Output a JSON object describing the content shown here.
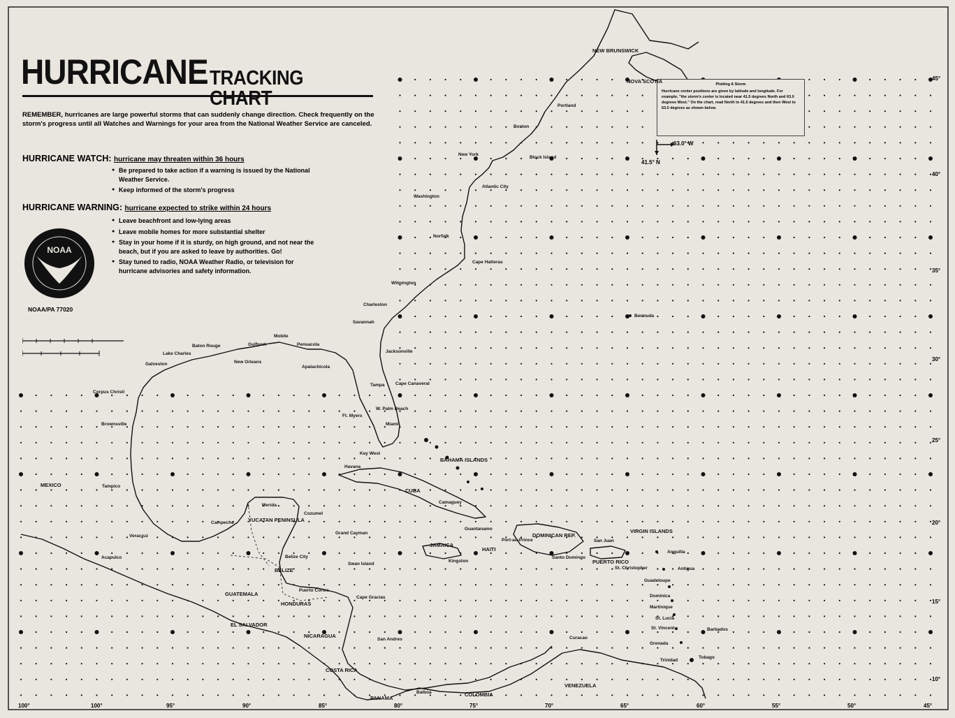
{
  "header": {
    "title": "HURRICANE",
    "subtitle": "TRACKING CHART",
    "remember": "REMEMBER, hurricanes are large powerful storms that can suddenly change direction. Check frequently on the storm's progress until all Watches and Warnings for your area from the National Weather Service are canceled."
  },
  "watch": {
    "label": "HURRICANE WATCH:",
    "definition": "hurricane may threaten within 36 hours",
    "bullets": [
      "Be prepared to take action if a warning is issued by the National Weather Service.",
      "Keep informed of the storm's progress"
    ]
  },
  "warning": {
    "label": "HURRICANE WARNING:",
    "definition": "hurricane expected to strike within 24 hours",
    "bullets": [
      "Leave beachfront and low-lying areas",
      "Leave mobile homes for more substantial shelter",
      "Stay in your home if it is sturdy, on high ground, and not near the beach, but if you are asked to leave by authorities. Go!",
      "Stay tuned to radio, NOAA Weather Radio, or television for hurricane advisories and safety information."
    ]
  },
  "logo": {
    "text": "NOAA"
  },
  "agency_code": "NOAA/PA 77020",
  "plotting": {
    "heading": "Plotting A Storm",
    "text": "Hurricane center positions are given by latitude and longitude. For example, \"the storm's center is located near 41.5 degrees North and 63.0 degrees West.\" On the chart, read North to 41.5 degrees and then West to 63.0 degrees as shown below."
  },
  "example": {
    "lon_label": "63.0° W",
    "lat_label": "41.5° N"
  },
  "map": {
    "lon_labels": [
      "100°",
      "100°",
      "95°",
      "90°",
      "85°",
      "80°",
      "75°",
      "70°",
      "65°",
      "60°",
      "55°",
      "50°",
      "45°"
    ],
    "lat_labels": [
      "45°",
      "40°",
      "35°",
      "30°",
      "25°",
      "20°",
      "15°",
      "10°"
    ],
    "colors": {
      "paper": "#e8e6df",
      "ink": "#111111"
    },
    "places": [
      {
        "name": "NEW BRUNSWICK",
        "big": true
      },
      {
        "name": "NOVA SCOTIA",
        "big": true
      },
      {
        "name": "Portland"
      },
      {
        "name": "Boston"
      },
      {
        "name": "Block Island"
      },
      {
        "name": "New York"
      },
      {
        "name": "Atlantic City"
      },
      {
        "name": "Washington"
      },
      {
        "name": "Norfolk"
      },
      {
        "name": "Cape Hatteras"
      },
      {
        "name": "Wilmington"
      },
      {
        "name": "Charleston"
      },
      {
        "name": "Savannah"
      },
      {
        "name": "Jacksonville"
      },
      {
        "name": "Bermuda"
      },
      {
        "name": "Cape Canaveral"
      },
      {
        "name": "Tampa"
      },
      {
        "name": "W. Palm Beach"
      },
      {
        "name": "Ft. Myers"
      },
      {
        "name": "Miami"
      },
      {
        "name": "Key West"
      },
      {
        "name": "BAHAMA ISLANDS",
        "big": true
      },
      {
        "name": "Havana"
      },
      {
        "name": "CUBA",
        "big": true
      },
      {
        "name": "Camaguey"
      },
      {
        "name": "Mobile"
      },
      {
        "name": "Pensacola"
      },
      {
        "name": "Apalachicola"
      },
      {
        "name": "New Orleans"
      },
      {
        "name": "Baton Rouge"
      },
      {
        "name": "Gulfport"
      },
      {
        "name": "Lake Charles"
      },
      {
        "name": "Galveston"
      },
      {
        "name": "Corpus Christi"
      },
      {
        "name": "Brownsville"
      },
      {
        "name": "MEXICO",
        "big": true
      },
      {
        "name": "Tampico"
      },
      {
        "name": "Veracruz"
      },
      {
        "name": "Campeche"
      },
      {
        "name": "Merida"
      },
      {
        "name": "YUCATAN PENINSULA",
        "big": true
      },
      {
        "name": "Cozumel"
      },
      {
        "name": "Acapulco"
      },
      {
        "name": "Belize City"
      },
      {
        "name": "BELIZE",
        "big": true
      },
      {
        "name": "Swan Island"
      },
      {
        "name": "Grand Cayman"
      },
      {
        "name": "JAMAICA",
        "big": true
      },
      {
        "name": "Kingston"
      },
      {
        "name": "HAITI",
        "big": true
      },
      {
        "name": "Port-au-Prince"
      },
      {
        "name": "Guantanamo"
      },
      {
        "name": "DOMINICAN REP.",
        "big": true
      },
      {
        "name": "Santo Domingo"
      },
      {
        "name": "San Juan"
      },
      {
        "name": "VIRGIN ISLANDS",
        "big": true
      },
      {
        "name": "PUERTO RICO",
        "big": true
      },
      {
        "name": "Anguilla"
      },
      {
        "name": "St. Christopher"
      },
      {
        "name": "Antigua"
      },
      {
        "name": "Guadeloupe"
      },
      {
        "name": "Dominica"
      },
      {
        "name": "Martinique"
      },
      {
        "name": "St. Lucia"
      },
      {
        "name": "St. Vincent"
      },
      {
        "name": "Barbados"
      },
      {
        "name": "Grenada"
      },
      {
        "name": "Curacao"
      },
      {
        "name": "Trinidad"
      },
      {
        "name": "Tobago"
      },
      {
        "name": "GUATEMALA",
        "big": true
      },
      {
        "name": "Puerto Cortes"
      },
      {
        "name": "HONDURAS",
        "big": true
      },
      {
        "name": "Cape Gracias"
      },
      {
        "name": "EL SALVADOR",
        "big": true
      },
      {
        "name": "NICARAGUA",
        "big": true
      },
      {
        "name": "San Andres"
      },
      {
        "name": "COSTA RICA",
        "big": true
      },
      {
        "name": "PANAMA",
        "big": true
      },
      {
        "name": "Balboa"
      },
      {
        "name": "COLOMBIA",
        "big": true
      },
      {
        "name": "VENEZUELA",
        "big": true
      }
    ]
  }
}
